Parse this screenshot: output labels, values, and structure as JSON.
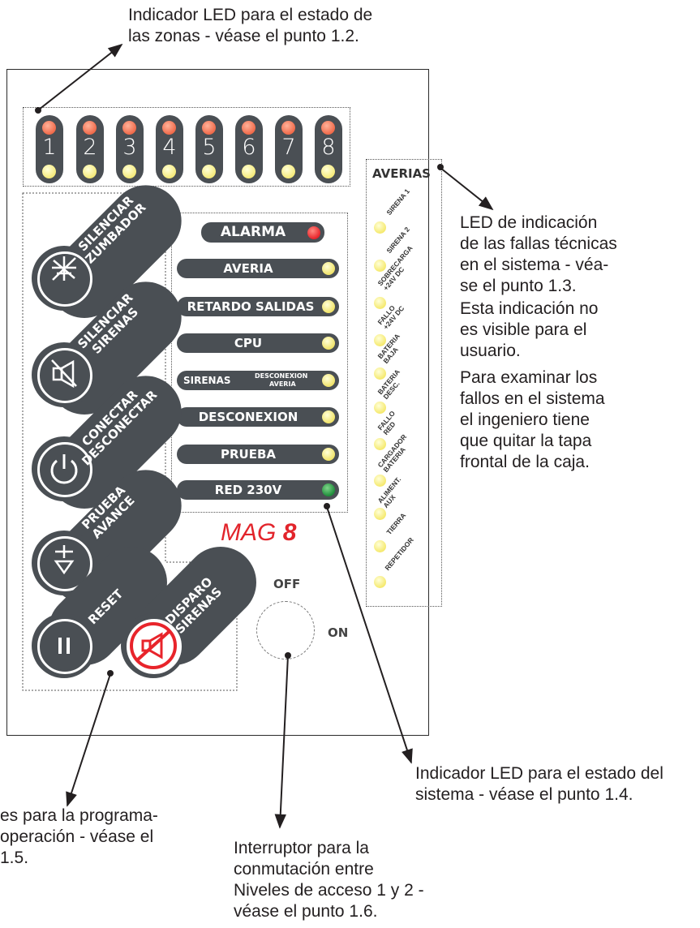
{
  "callouts": {
    "zones_led": "Indicador LED para el estado de\nlas zonas - véase el punto 1.2.",
    "fault_led": "LED de indicación\nde las fallas técnicas\nen el sistema - véa-\nse el punto 1.3.",
    "fault_note1": "Esta indicación no\nes visible para el\nusuario.",
    "fault_note2": "Para examinar los\nfallos en el sistema\nel ingeniero tiene\nque quitar la tapa\nfrontal de la caja.",
    "system_led": "Indicador LED para el estado del\nsistema - véase el punto 1.4.",
    "buttons": "es para la programa-\n operación - véase el\n1.5.",
    "switch": "Interruptor para la\nconmutación entre\nNiveles de acceso 1 y 2 -\nvéase el punto 1.6."
  },
  "zones": [
    "1",
    "2",
    "3",
    "4",
    "5",
    "6",
    "7",
    "8"
  ],
  "averias": {
    "title": "AVERIAS",
    "items": [
      "SIRENA 1",
      "SIRENA 2",
      "SOBRECARGA\n+24V DC",
      "FALLO\n+24V DC",
      "BATERIA\nBAJA",
      "BATERIA\nDESC.",
      "FALLO\nRED",
      "CARGADOR\nBATERIA",
      "ALIMENT.\nAUX",
      "TIERRA",
      "REPETIDOR"
    ]
  },
  "status": {
    "alarma": "ALARMA",
    "averia": "AVERIA",
    "retardo": "RETARDO SALIDAS",
    "cpu": "CPU",
    "sirenas": "SIRENAS",
    "desconexion_averia_1": "DESCONEXION",
    "desconexion_averia_2": "AVERIA",
    "desconexion": "DESCONEXION",
    "prueba": "PRUEBA",
    "red": "RED 230V"
  },
  "buttons": {
    "silenciar_zumbador": "SILENCIAR\nZUMBADOR",
    "silenciar_sirenas": "SILENCIAR\nSIRENAS",
    "conectar": "CONECTAR\nDESCONECTAR",
    "prueba_avance": "PRUEBA\nAVANCE",
    "reset": "RESET",
    "disparo": "DISPARO\nSIRENAS"
  },
  "brand": {
    "name": "MAG",
    "num": "8"
  },
  "switch": {
    "off": "OFF",
    "on": "ON"
  },
  "colors": {
    "panel_gray": "#4a4f54",
    "alarm_red": "#e8242b",
    "green": "#1e8c3a",
    "brand_red": "#e2242b"
  }
}
